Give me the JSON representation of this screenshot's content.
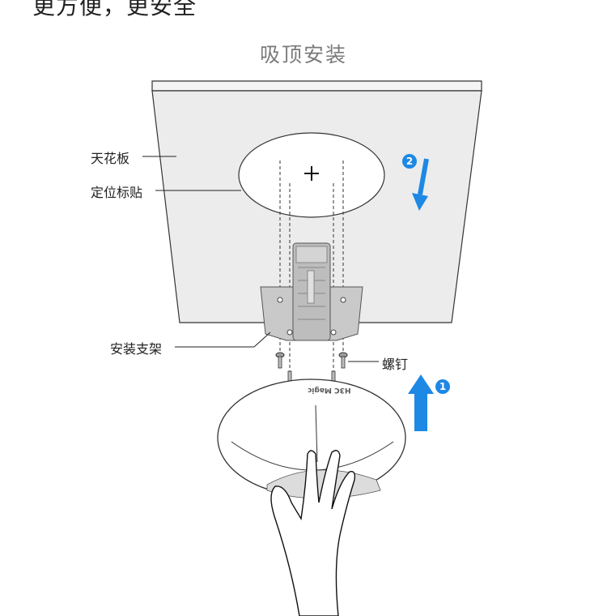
{
  "header": {
    "title": "更方便，更安全",
    "subtitle": "吸顶安装"
  },
  "labels": {
    "ceiling": "天花板",
    "sticker": "定位标贴",
    "bracket": "安装支架",
    "screws": "螺钉"
  },
  "steps": {
    "step1": "1",
    "step2": "2"
  },
  "logo": "H3C Magic",
  "colors": {
    "accent": "#1e88e5",
    "panel": "#ececec",
    "bracket": "#c9c9c9"
  }
}
